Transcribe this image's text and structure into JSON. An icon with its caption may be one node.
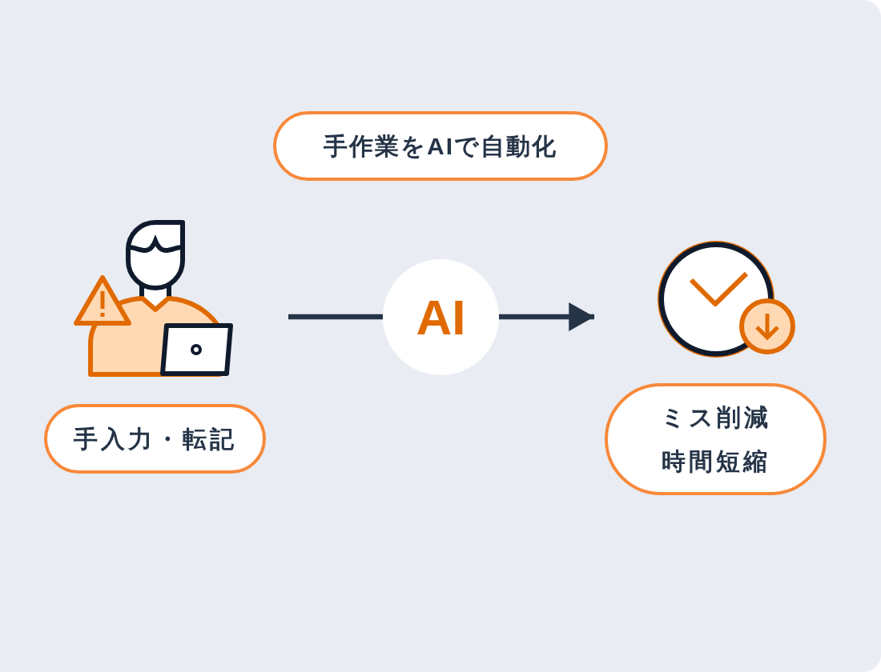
{
  "diagram": {
    "nodes": [
      {
        "text": [
          "手作業をAIで自動化"
        ]
      },
      {
        "text": [],
        "shape": "picture"
      },
      {
        "text": [
          "手入力・転記"
        ]
      },
      {
        "text": [
          "AI"
        ]
      },
      {
        "text": [],
        "shape": "picture"
      },
      {
        "text": [
          "ミス削減時間短縮"
        ]
      }
    ],
    "edges": [
      {
        "from": null,
        "to": 3,
        "arrow": "none"
      },
      {
        "from": 3,
        "to": 4,
        "arrow": "to"
      }
    ]
  }
}
